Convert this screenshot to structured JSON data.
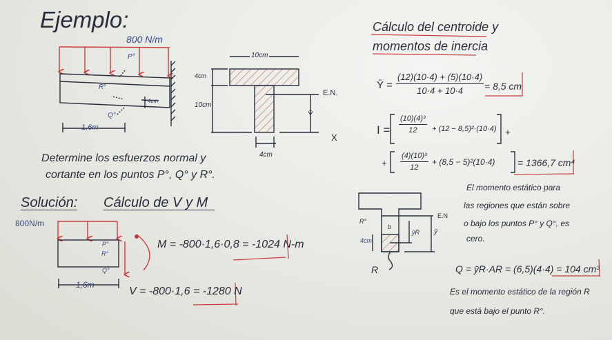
{
  "colors": {
    "ink": "#2a2c3c",
    "blue": "#3b4a86",
    "red": "#cc3b3b",
    "board": "#e9ebe6"
  },
  "example": {
    "title": "Ejemplo:",
    "load": "800 N/m",
    "point_p": "P°",
    "point_r": "R°",
    "point_q": "Q°",
    "offset": "4cm",
    "length": "1,6m",
    "section": {
      "top_width": "10cm",
      "flange_h": "4cm",
      "web_h": "10cm",
      "neutral_axis": "E.N.",
      "ybar": "Ȳ",
      "x_axis": "X",
      "web_w": "4cm"
    },
    "problem": [
      "Determine los esfuerzos normal y",
      "cortante en los puntos P°, Q° y R°."
    ]
  },
  "solution": {
    "title": "Solución:",
    "subtitle": "Cálculo de V y M",
    "load": "800N/m",
    "point_p": "P°",
    "point_r": "R°",
    "point_q": "Q°",
    "length": "1,6m",
    "moment": "M = -800·1,6·0,8 = ",
    "moment_result": "-1024 N-m",
    "shear": "V = -800·1,6 = ",
    "shear_result": "-1280 N"
  },
  "centroid": {
    "title_1": "Cálculo del centroide y",
    "title_2": "momentos de inercia",
    "ybar_lhs": "Ȳ =",
    "ybar_num": "(12)(10·4) + (5)(10·4)",
    "ybar_den": "10·4 + 10·4",
    "ybar_result": "= 8,5 cm",
    "i_lhs": "I =",
    "i_t1_num": "(10)(4)³",
    "i_t1_den": "12",
    "i_t1_rest": "+ (12 − 8,5)²·(10·4)",
    "i_plus": "+",
    "i_lead_plus": "+",
    "i_t2_num": "(4)(10)³",
    "i_t2_den": "12",
    "i_t2_rest": "+ (8,5 − 5)²(10·4)",
    "i_result": "= 1366,7 cm⁴"
  },
  "static_moment": {
    "section": {
      "point_r": "R°",
      "b": "b",
      "ybar_r": "ȳR",
      "neutral_axis": "E.N",
      "ybar": "ȳ",
      "height": "4cm",
      "region": "R"
    },
    "note": [
      "El momento estático para",
      "las regiones que están sobre",
      "o bajo los puntos P° y Q°, es",
      "cero."
    ],
    "q_eq": "Q = ȳR·AR = (6,5)(4·4) = ",
    "q_result": "104 cm³",
    "q_note": [
      "Es el momento estático de la región R",
      "que está bajo el punto R°."
    ]
  }
}
